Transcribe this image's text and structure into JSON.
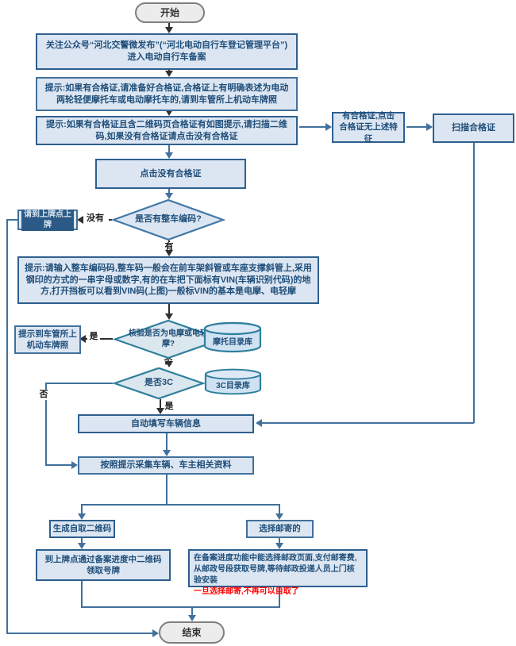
{
  "flowchart": {
    "nodes": {
      "start": "开始",
      "subscribe": "关注公众号“河北交警微发布”(“河北电动自行车登记管理平台”)进入电动自行车备案",
      "tip_certificate": "提示:如果有合格证,请准备好合格证,合格证上有明确表述为电动两轮轻便摩托车或电动摩托车的,请到车管所上机动车牌照",
      "tip_qrcode": "提示:如果有合格证且含二维码页合格证有如图提示,请扫描二维码,如果没有合格证请点击没有合格证",
      "has_certificate": "有合格证,点击合格证无上述特征",
      "scan_certificate": "扫描合格证",
      "click_no_certificate": "点击没有合格证",
      "has_vin_question": "是否有整车编码?",
      "go_license_point": "请到上牌点上牌",
      "tip_enter_vin": "提示:请输入整车编码码,整车码一般会在前车架斜管或车座支撑斜管上,采用钢印的方式的一串字母或数字,有的在车把下面标有VIN(车辆识别代码)的地方,打开挡板可以看到VIN码(上图)一般标VIN的基本是电摩、电轻摩",
      "verify_moped_question": "核验是否为电摩或电轻摩?",
      "moto_catalog_db": "摩托目录库",
      "tip_dmv_plate": "提示到车管所上机动车牌照",
      "is_3c_question": "是否3C",
      "cc_catalog_db": "3C目录库",
      "autofill_vehicle": "自动填写车辆信息",
      "collect_info": "按照提示采集车辆、车主相关资料",
      "generate_qr": "生成自取二维码",
      "choose_mail": "选择邮寄的",
      "pickup_plate": "到上牌点通过备案进度中二维码领取号牌",
      "postal_line1": "在备案进度功能中能选择邮政页面,支付邮寄费,",
      "postal_line2": "从邮政号段获取号牌,等待邮政投递人员上门核验安装",
      "postal_warning": "一旦选择邮寄,不再可以自取了",
      "end": "结束"
    },
    "edge_labels": {
      "no_vin": "没有",
      "yes_vin": "有",
      "yes_moped": "是",
      "no_moped": "否",
      "no_3c": "否",
      "yes_3c": "是"
    },
    "colors": {
      "node_fill": "#dce6f2",
      "node_border": "#41719c",
      "node_border_strong": "#2e5f8f",
      "diamond_border_blue": "#4379a7",
      "diamond_border_teal": "#2f7f9d",
      "terminal_fill": "#ececec",
      "terminal_border": "#7f7f7f",
      "text": "#1f4e79",
      "warning_text": "#ff0000",
      "connector_dark": "#303030",
      "connector_blue": "#41719c"
    }
  }
}
